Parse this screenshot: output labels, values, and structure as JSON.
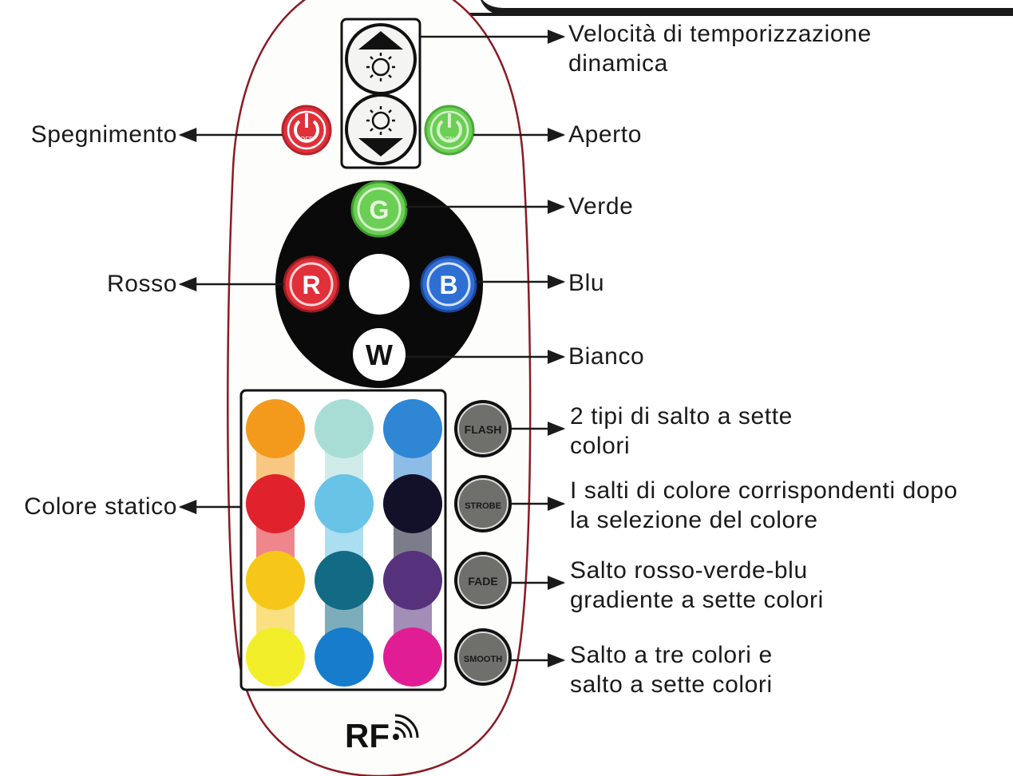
{
  "remote": {
    "brand_text": "RF",
    "off_button_text": "OFF",
    "on_button_text": "ON",
    "letter_buttons": {
      "g": "G",
      "r": "R",
      "b": "B",
      "w": "W"
    },
    "mode_buttons": [
      "FLASH",
      "STROBE",
      "FADE",
      "SMOOTH"
    ],
    "color_grid": [
      [
        "#f39a1c",
        "#a8ddd6",
        "#2f86d4"
      ],
      [
        "#e0222c",
        "#68c3e6",
        "#13102a"
      ],
      [
        "#f6c719",
        "#126a84",
        "#56317c"
      ],
      [
        "#f3ee2a",
        "#167ccb",
        "#e01d95"
      ]
    ],
    "colors": {
      "red": "#e0303a",
      "green": "#6ccf55",
      "blue": "#2f6fd4",
      "body_outline": "#8a1a24",
      "wheel": "#0a0a0a",
      "mode_button": "#6f706b"
    }
  },
  "labels": {
    "speed": [
      "Velocità di temporizzazione",
      "dinamica"
    ],
    "off": [
      "Spegnimento"
    ],
    "on": [
      "Aperto"
    ],
    "green": [
      "Verde"
    ],
    "red": [
      "Rosso"
    ],
    "blue": [
      "Blu"
    ],
    "white": [
      "Bianco"
    ],
    "flash": [
      "2 tipi di salto a sette",
      "colori"
    ],
    "strobe": [
      "I salti di colore corrispondenti dopo",
      "la selezione del colore"
    ],
    "fade": [
      "Salto rosso-verde-blu",
      "gradiente a sette colori"
    ],
    "smooth": [
      "Salto a tre colori e",
      "salto a sette colori"
    ],
    "static": [
      "Colore statico"
    ]
  }
}
